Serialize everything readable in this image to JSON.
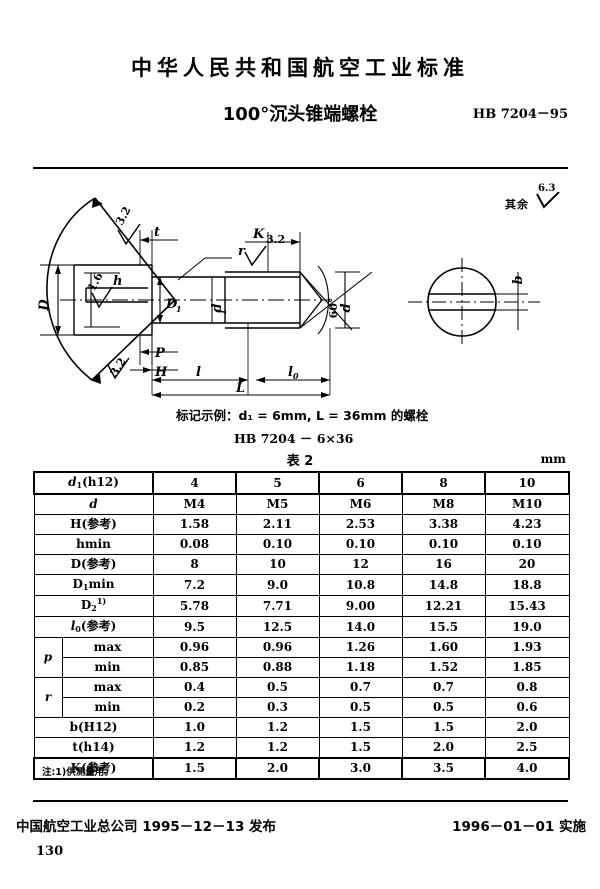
{
  "header": {
    "standard_title": "中华人民共和国航空工业标准",
    "document_title": "100°沉头锥端螺栓",
    "document_code": "HB 7204－95"
  },
  "surface_note": {
    "label": "其余",
    "value": "6.3"
  },
  "drawing": {
    "labels": {
      "D": "D",
      "h": "h",
      "D1": "D₁",
      "d1": "d₁",
      "d": "d",
      "t": "t",
      "r": "r",
      "K": "K",
      "P": "P",
      "H": "H",
      "l": "l",
      "l0": "l₀",
      "L": "L",
      "b": "b",
      "angle_cone": "60°",
      "roughness_1": "3.2",
      "roughness_2": "3.2",
      "roughness_3": "3.2",
      "roughness_4": "3.2",
      "roughness_5": "1.6"
    }
  },
  "marking_example": {
    "line1": "标记示例：d₁ = 6mm, L = 36mm 的螺栓",
    "line2": "HB 7204 － 6×36"
  },
  "table": {
    "caption": "表 2",
    "unit": "mm",
    "columns": [
      "4",
      "5",
      "6",
      "8",
      "10"
    ],
    "rows": [
      {
        "label": "d₁(h12)",
        "label_plain": "d1(h12)",
        "values": [
          "4",
          "5",
          "6",
          "8",
          "10"
        ]
      },
      {
        "label": "d",
        "label_plain": "d",
        "values": [
          "M4",
          "M5",
          "M6",
          "M8",
          "M10"
        ]
      },
      {
        "label": "H(参考)",
        "label_plain": "H(cankao)",
        "values": [
          "1.58",
          "2.11",
          "2.53",
          "3.38",
          "4.23"
        ]
      },
      {
        "label": "hmin",
        "label_plain": "hmin",
        "values": [
          "0.08",
          "0.10",
          "0.10",
          "0.10",
          "0.10"
        ]
      },
      {
        "label": "D(参考)",
        "label_plain": "D(cankao)",
        "values": [
          "8",
          "10",
          "12",
          "16",
          "20"
        ]
      },
      {
        "label": "D₁min",
        "label_plain": "D1min",
        "values": [
          "7.2",
          "9.0",
          "10.8",
          "14.8",
          "18.8"
        ]
      },
      {
        "label": "D₂¹⁾",
        "label_plain": "D2(1)",
        "values": [
          "5.78",
          "7.71",
          "9.00",
          "12.21",
          "15.43"
        ]
      },
      {
        "label": "l₀(参考)",
        "label_plain": "l0(cankao)",
        "values": [
          "9.5",
          "12.5",
          "14.0",
          "15.5",
          "19.0"
        ]
      }
    ],
    "groups": [
      {
        "name": "p",
        "sub_rows": [
          {
            "label": "max",
            "values": [
              "0.96",
              "0.96",
              "1.26",
              "1.60",
              "1.93"
            ]
          },
          {
            "label": "min",
            "values": [
              "0.85",
              "0.88",
              "1.18",
              "1.52",
              "1.85"
            ]
          }
        ]
      },
      {
        "name": "r",
        "sub_rows": [
          {
            "label": "max",
            "values": [
              "0.4",
              "0.5",
              "0.7",
              "0.7",
              "0.8"
            ]
          },
          {
            "label": "min",
            "values": [
              "0.2",
              "0.3",
              "0.5",
              "0.5",
              "0.6"
            ]
          }
        ]
      }
    ],
    "rows_tail": [
      {
        "label": "b(H12)",
        "label_plain": "b(H12)",
        "values": [
          "1.0",
          "1.2",
          "1.5",
          "1.5",
          "2.0"
        ]
      },
      {
        "label": "t(h14)",
        "label_plain": "t(h14)",
        "values": [
          "1.2",
          "1.2",
          "1.5",
          "2.0",
          "2.5"
        ]
      },
      {
        "label": "K(参考)",
        "label_plain": "K(cankao)",
        "values": [
          "1.5",
          "2.0",
          "3.0",
          "3.5",
          "4.0"
        ]
      }
    ]
  },
  "footnote": "注:1)供测量用。",
  "footer": {
    "publisher": "中国航空工业总公司 1995－12－13 发布",
    "effective": "1996－01－01 实施",
    "page_number": "130"
  }
}
